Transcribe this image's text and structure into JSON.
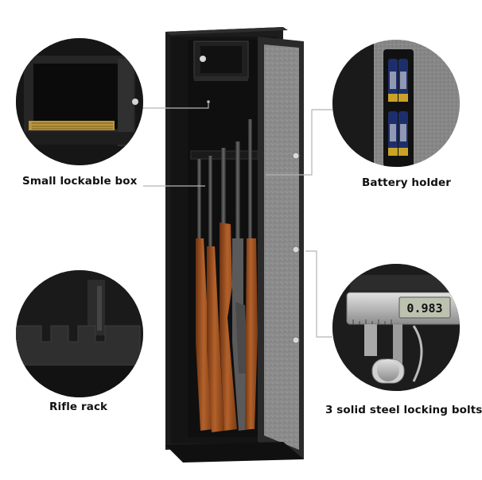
{
  "captions": {
    "lockable_box": "Small lockable box",
    "battery_holder": "Battery holder",
    "rifle_rack": "Rifle rack",
    "locking_bolts": "3 solid steel locking bolts"
  },
  "caliper_display": "0.983",
  "colors": {
    "cabinet": "#1e1e1e",
    "felt": "#8a8a8a",
    "rifle_stock": "#a0521f",
    "steel": "#bfbfbf",
    "brass": "#b8963a",
    "leader_line": "#b5b5b5"
  },
  "icons": [
    "gun-safe-image",
    "lockable-box-inset",
    "battery-holder-inset",
    "rifle-rack-inset",
    "locking-bolt-caliper-inset"
  ]
}
